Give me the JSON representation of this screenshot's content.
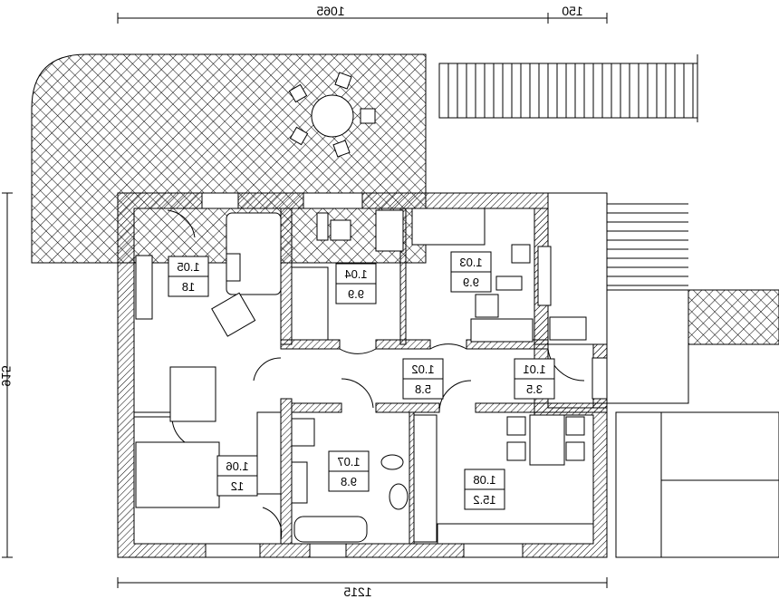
{
  "plan": {
    "mirrored": true,
    "dimensions": {
      "top_main": "1065",
      "top_right": "150",
      "left": "915",
      "bottom": "1215"
    },
    "rooms": [
      {
        "id": "1.05",
        "area": "18"
      },
      {
        "id": "1.04",
        "area": "9.9"
      },
      {
        "id": "1.03",
        "area": "9.9"
      },
      {
        "id": "1.02",
        "area": "5.8"
      },
      {
        "id": "1.01",
        "area": "3.5"
      },
      {
        "id": "1.07",
        "area": "9.8"
      },
      {
        "id": "1.06",
        "area": "12"
      },
      {
        "id": "1.08",
        "area": "15.2"
      }
    ]
  }
}
